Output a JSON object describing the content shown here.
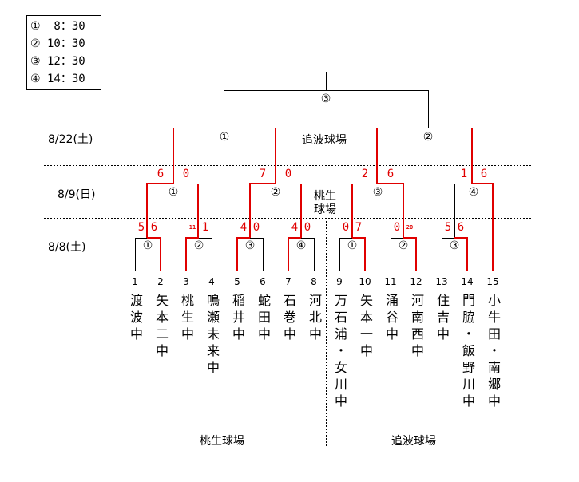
{
  "legend": [
    "①  8：30",
    "② 10：30",
    "③ 12：30",
    "④ 14：30"
  ],
  "dates": {
    "final": "8/22(土)",
    "round2": "8/9(日)",
    "round1": "8/8(土)"
  },
  "venues": {
    "final": "追波球場",
    "round2_l1": "桃生",
    "round2_l2": "球場",
    "bottom_left": "桃生球場",
    "bottom_right": "追波球場"
  },
  "games": {
    "final": "③",
    "semi1": "①",
    "semi2": "②",
    "r2a": "①",
    "r2b": "②",
    "r2c": "③",
    "r2d": "④",
    "r1a": "①",
    "r1b": "②",
    "r1c": "③",
    "r1d": "④",
    "r1e": "①",
    "r1f": "②",
    "r1g": "③"
  },
  "scores": {
    "r1a": [
      "5",
      "6"
    ],
    "r1b": [
      "11",
      "1"
    ],
    "r1c": [
      "4",
      "0"
    ],
    "r1d": [
      "4",
      "0"
    ],
    "r1e": [
      "0",
      "7"
    ],
    "r1f": [
      "0",
      "20"
    ],
    "r1g": [
      "5",
      "6"
    ],
    "r2a": [
      "6",
      "0"
    ],
    "r2b": [
      "7",
      "0"
    ],
    "r2c": [
      "2",
      "6"
    ],
    "r2d": [
      "1",
      "6"
    ]
  },
  "teams": [
    {
      "no": "1",
      "name": "渡波中"
    },
    {
      "no": "2",
      "name": "矢本二中"
    },
    {
      "no": "3",
      "name": "桃生中"
    },
    {
      "no": "4",
      "name": "鳴瀬未来中"
    },
    {
      "no": "5",
      "name": "稲井中"
    },
    {
      "no": "6",
      "name": "蛇田中"
    },
    {
      "no": "7",
      "name": "石巻中"
    },
    {
      "no": "8",
      "name": "河北中"
    },
    {
      "no": "9",
      "name": "万石浦・女川中"
    },
    {
      "no": "10",
      "name": "矢本一中"
    },
    {
      "no": "11",
      "name": "涌谷中"
    },
    {
      "no": "12",
      "name": "河南西中"
    },
    {
      "no": "13",
      "name": "住吉中"
    },
    {
      "no": "14",
      "name": "門脇・飯野川中"
    },
    {
      "no": "15",
      "name": "小牛田・南郷中"
    }
  ],
  "colors": {
    "winner": "#e00000",
    "line": "#000000"
  }
}
